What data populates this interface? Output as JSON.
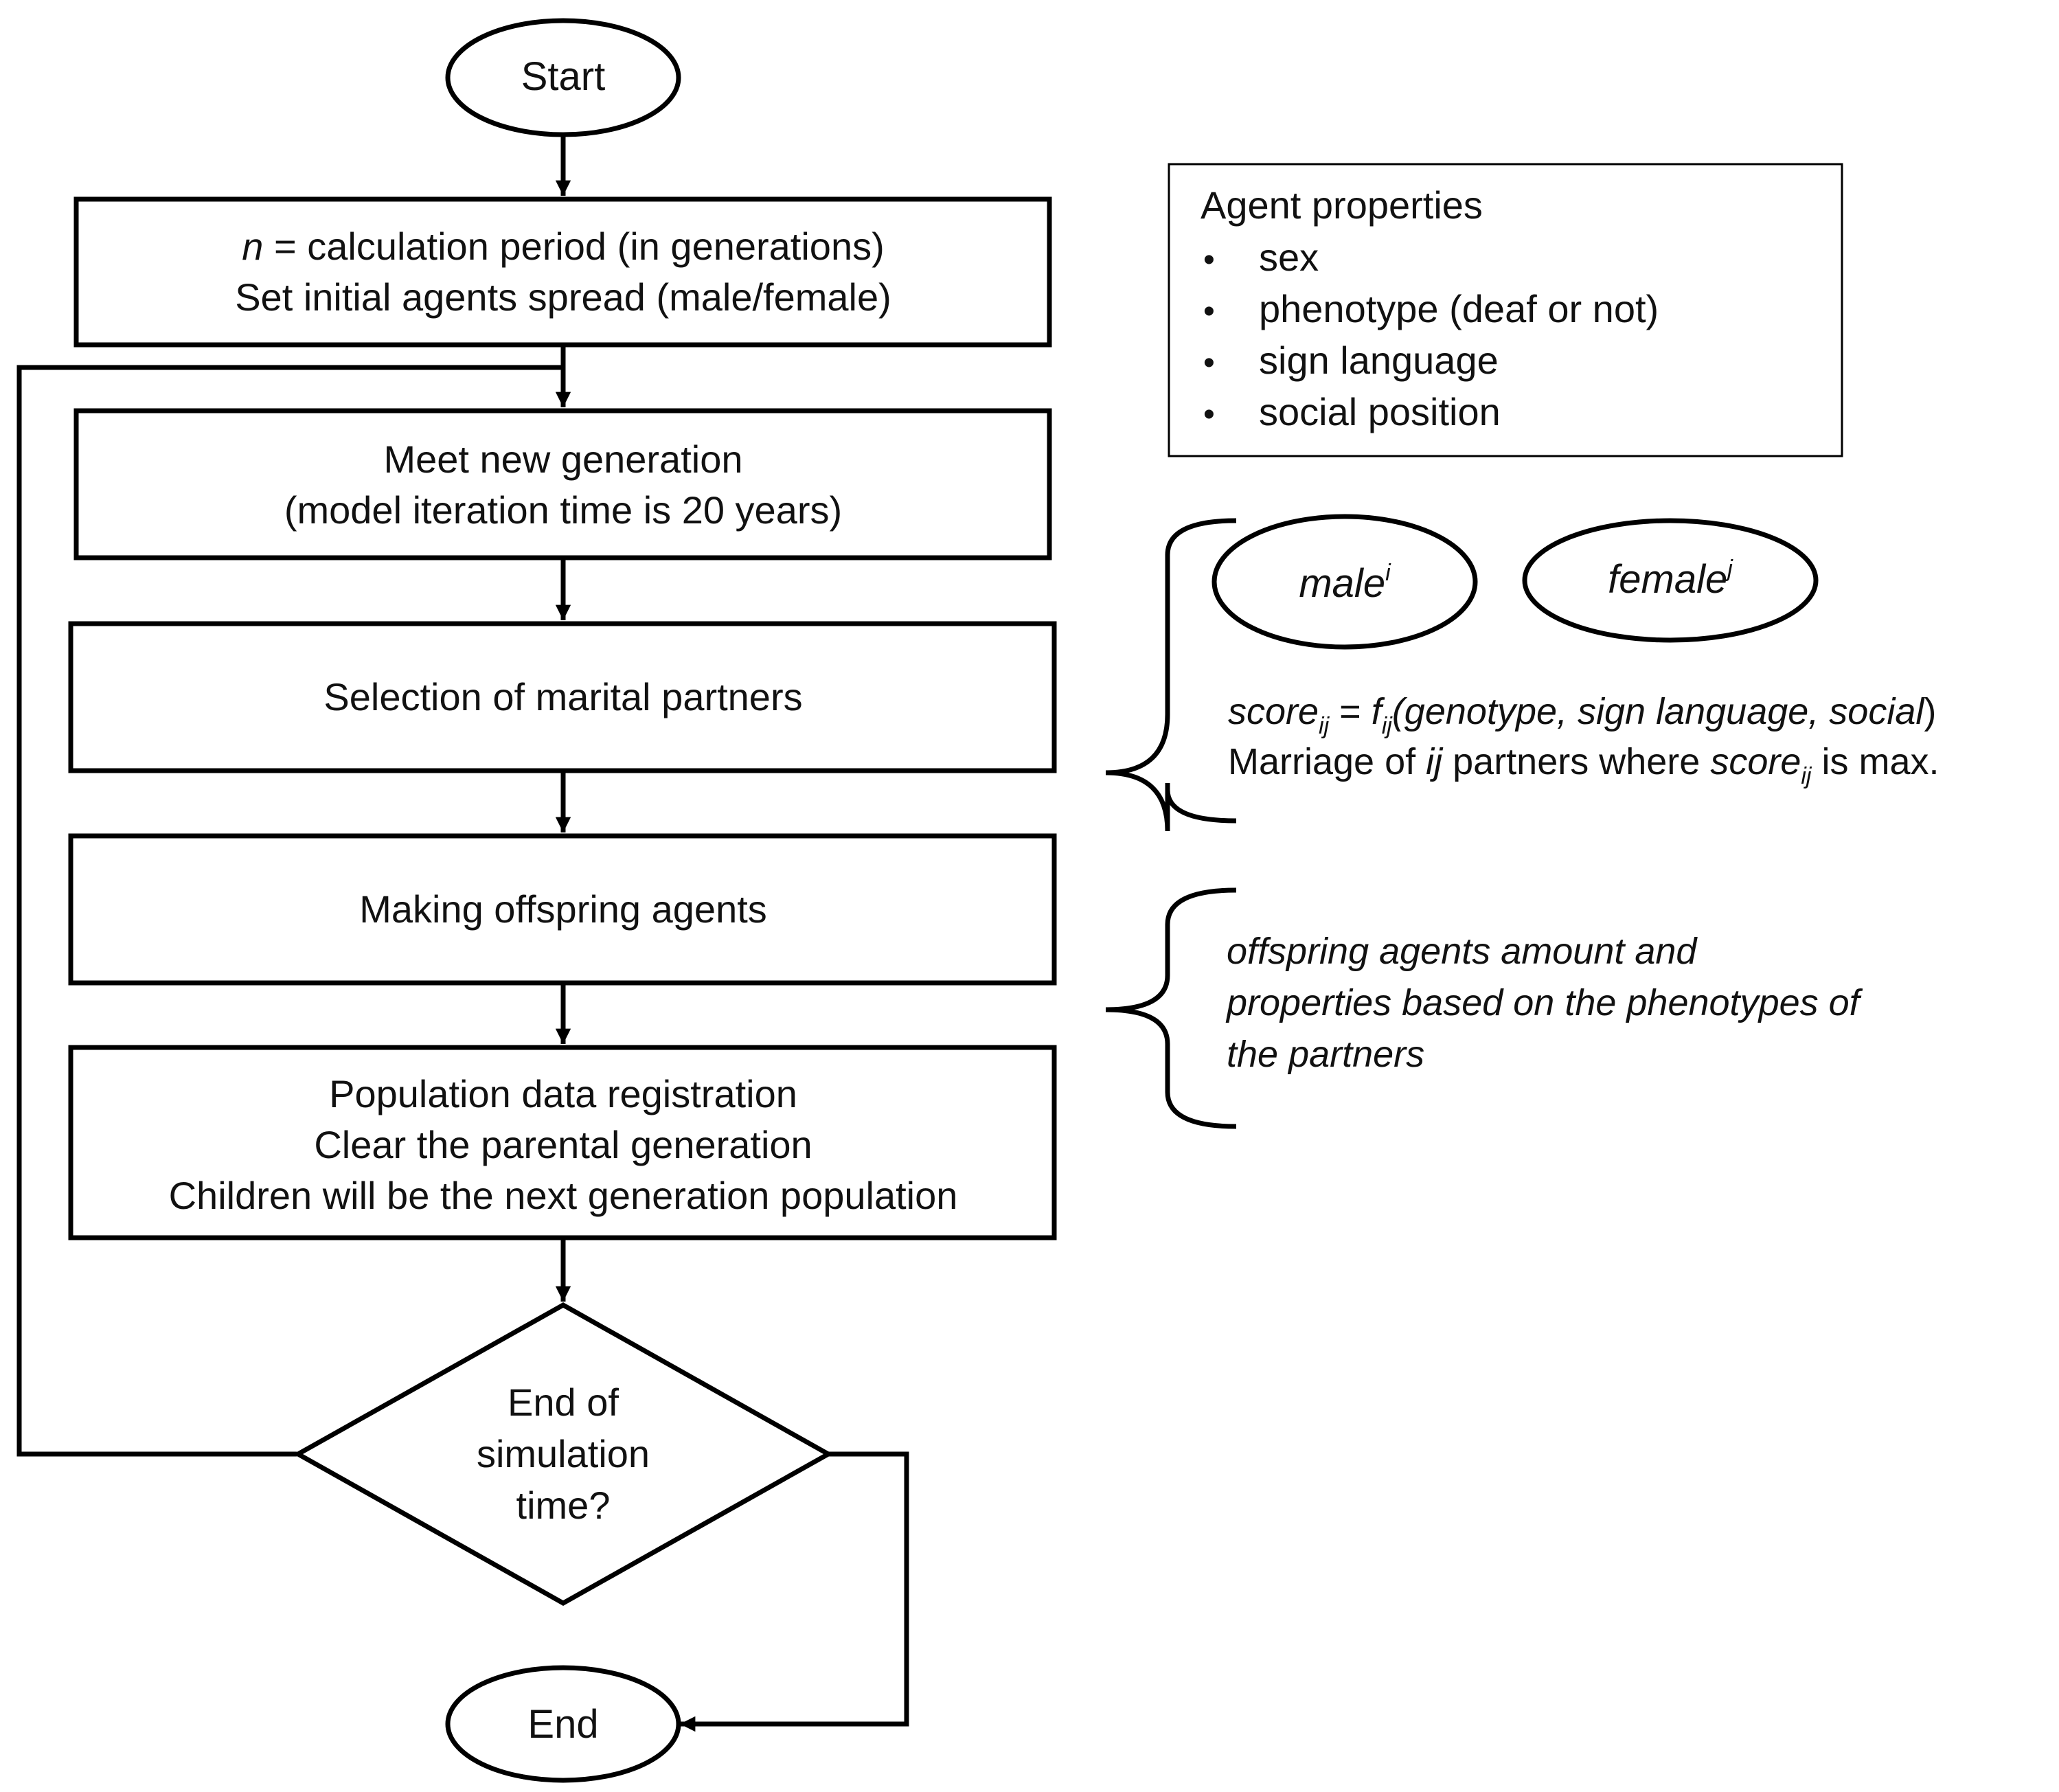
{
  "flowchart": {
    "start": "Start",
    "init": {
      "line1_var": "n",
      "line1_rest": " = calculation period (in generations)",
      "line2": "Set initial agents spread (male/female)"
    },
    "meet": {
      "line1": "Meet new generation",
      "line2": "(model iteration time is 20 years)"
    },
    "selection": "Selection of marital partners",
    "offspring": "Making offspring agents",
    "registration": {
      "line1": "Population data registration",
      "line2": "Clear the parental generation",
      "line3": "Children will be the next generation population"
    },
    "decision": {
      "line1": "End of",
      "line2": "simulation",
      "line3": "time?"
    },
    "end": "End"
  },
  "agent_properties": {
    "title": "Agent properties",
    "bullet": "•",
    "items": [
      "sex",
      "phenotype (deaf or not)",
      "sign language",
      "social position"
    ]
  },
  "partner_selection": {
    "male": "male",
    "male_sup": "i",
    "female": "female",
    "female_sup": "j",
    "score": "score",
    "score_sub": "ij",
    "equals": " = ",
    "f": "f",
    "f_sub": "ij",
    "args": "(genotype, sign language, social",
    "close_paren": ")",
    "marriage_prefix": "Marriage of ",
    "ij": "ij",
    "marriage_mid": " partners where ",
    "marriage_suffix": " is max."
  },
  "offspring_note": {
    "line1": "offspring agents amount and",
    "line2": "properties based on the phenotypes of",
    "line3": "the partners"
  }
}
